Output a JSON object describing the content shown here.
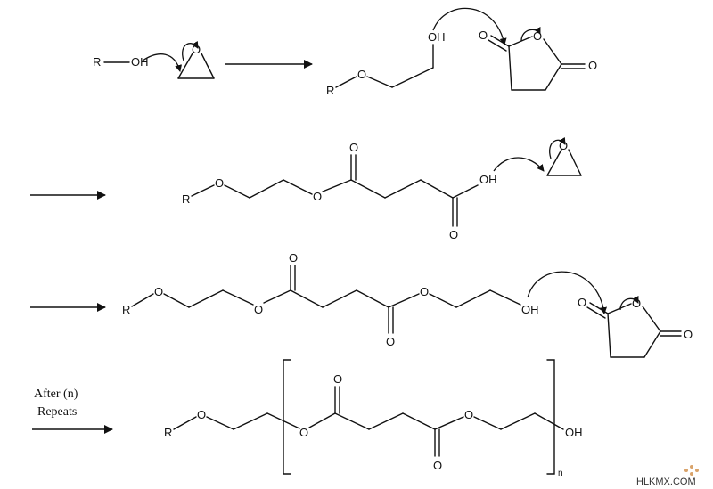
{
  "atoms": {
    "r": "R",
    "o": "O",
    "oh": "OH",
    "n": "n"
  },
  "repeat_label": {
    "line1": "After (n)",
    "line2": "Repeats"
  },
  "watermark": "HLKMX.COM"
}
